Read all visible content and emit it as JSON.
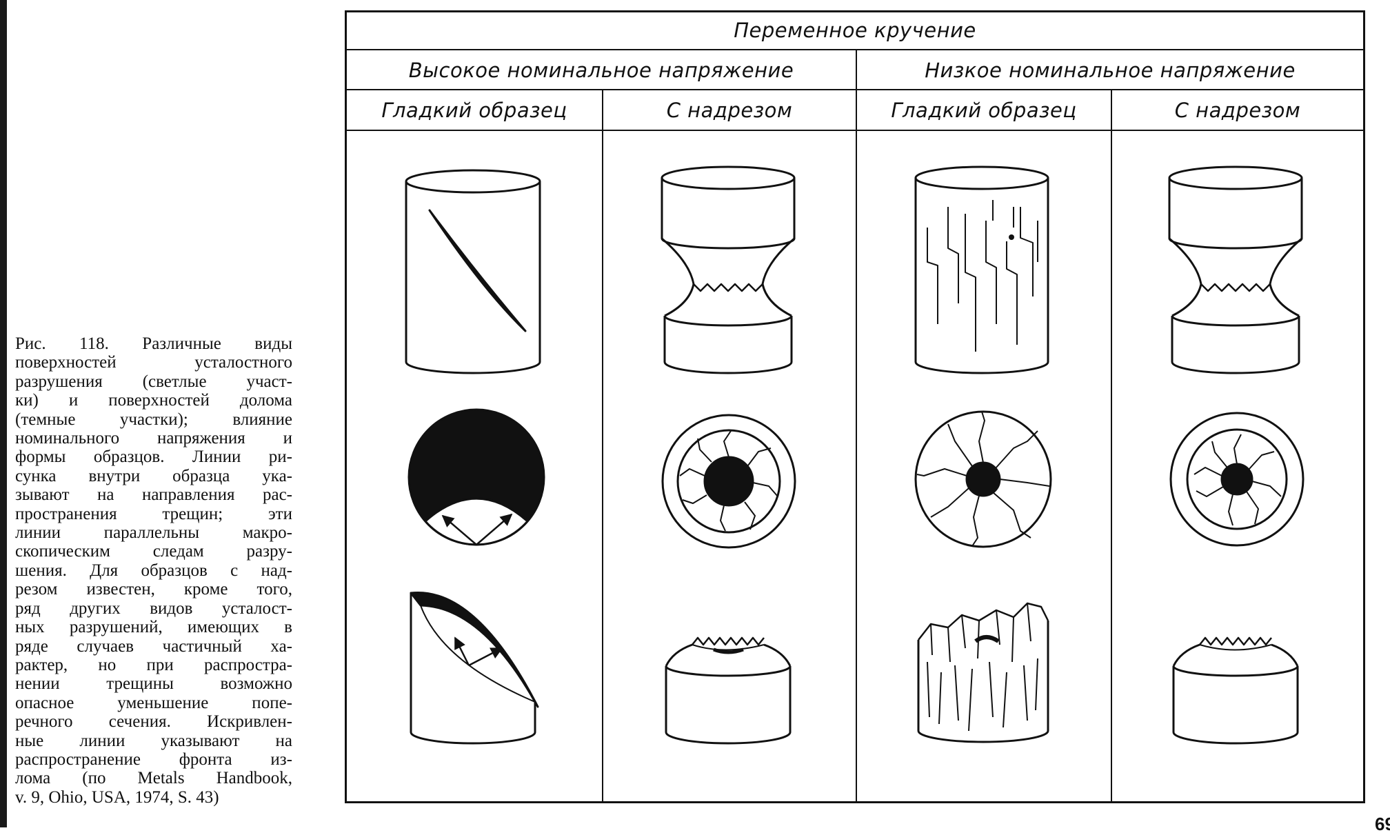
{
  "table": {
    "title": "Переменное кручение",
    "groups": [
      {
        "label": "Высокое номинальное напряжение"
      },
      {
        "label": "Низкое номинальное напряжение"
      }
    ],
    "columns": [
      {
        "label": "Гладкий образец"
      },
      {
        "label": "С надрезом"
      },
      {
        "label": "Гладкий образец"
      },
      {
        "label": "С надрезом"
      }
    ]
  },
  "caption": {
    "lines": [
      "Рис. 118. Различные виды",
      "поверхностей усталостного",
      "разрушения (светлые участ-",
      "ки) и поверхностей долома",
      "(темные участки); влияние",
      "номинального напряжения и",
      "формы образцов. Линии ри-",
      "сунка внутри образца ука-",
      "зывают на направления рас-",
      "пространения трещин; эти",
      "линии параллельны макро-",
      "скопическим следам разру-",
      "шения. Для образцов с над-",
      "резом известен, кроме того,",
      "ряд других видов усталост-",
      "ных разрушений, имеющих в",
      "ряде случаев частичный ха-",
      "рактер, но при распростра-",
      "нении трещины возможно",
      "опасное уменьшение попе-",
      "речного сечения. Искривлен-",
      "ные линии указывают на",
      "распространение фронта из-",
      "лома (по Metals Handbook,",
      "v. 9, Ohio, USA, 1974, S. 43)"
    ]
  },
  "page_number": "69",
  "figures": {
    "row1": [
      "cylinder-diagonal-crack",
      "notched-cylinder",
      "cylinder-longitudinal-cracks",
      "notched-cylinder"
    ],
    "row2": [
      "cross-section-dark-crescent",
      "cross-section-ring-dark-core",
      "cross-section-radial-cracks",
      "cross-section-ring-dark-core"
    ],
    "row3": [
      "cylinder-angled-fracture",
      "notched-stub-fracture",
      "stub-rough-fracture",
      "notched-stub-fracture"
    ]
  }
}
